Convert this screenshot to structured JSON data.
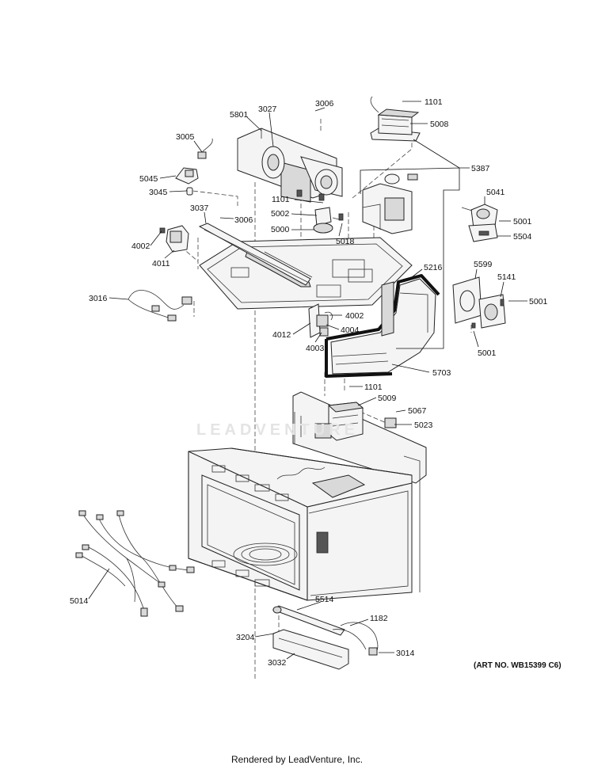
{
  "labels": [
    {
      "id": "1101a",
      "text": "1101"
    },
    {
      "id": "5008",
      "text": "5008"
    },
    {
      "id": "3006a",
      "text": "3006"
    },
    {
      "id": "5801",
      "text": "5801"
    },
    {
      "id": "3027",
      "text": "3027"
    },
    {
      "id": "3005",
      "text": "3005"
    },
    {
      "id": "5045",
      "text": "5045"
    },
    {
      "id": "3045",
      "text": "3045"
    },
    {
      "id": "5387",
      "text": "5387"
    },
    {
      "id": "1101b",
      "text": "1101"
    },
    {
      "id": "5002",
      "text": "5002"
    },
    {
      "id": "5000",
      "text": "5000"
    },
    {
      "id": "5018",
      "text": "5018"
    },
    {
      "id": "3037",
      "text": "3037"
    },
    {
      "id": "3006b",
      "text": "3006"
    },
    {
      "id": "5041",
      "text": "5041"
    },
    {
      "id": "5001a",
      "text": "5001"
    },
    {
      "id": "5504",
      "text": "5504"
    },
    {
      "id": "4002a",
      "text": "4002"
    },
    {
      "id": "4011",
      "text": "4011"
    },
    {
      "id": "5216",
      "text": "5216"
    },
    {
      "id": "5599",
      "text": "5599"
    },
    {
      "id": "5141",
      "text": "5141"
    },
    {
      "id": "3016",
      "text": "3016"
    },
    {
      "id": "5001b",
      "text": "5001"
    },
    {
      "id": "4002b",
      "text": "4002"
    },
    {
      "id": "4004",
      "text": "4004"
    },
    {
      "id": "4012",
      "text": "4012"
    },
    {
      "id": "4003",
      "text": "4003"
    },
    {
      "id": "5001c",
      "text": "5001"
    },
    {
      "id": "5703",
      "text": "5703"
    },
    {
      "id": "1101c",
      "text": "1101"
    },
    {
      "id": "5009",
      "text": "5009"
    },
    {
      "id": "5067",
      "text": "5067"
    },
    {
      "id": "5023",
      "text": "5023"
    },
    {
      "id": "5014",
      "text": "5014"
    },
    {
      "id": "5514",
      "text": "5514"
    },
    {
      "id": "1182",
      "text": "1182"
    },
    {
      "id": "3204",
      "text": "3204"
    },
    {
      "id": "3014",
      "text": "3014"
    },
    {
      "id": "3032",
      "text": "3032"
    }
  ],
  "art_number": "(ART NO. WB15399 C6)",
  "watermark": "LEADVENTURE",
  "footer": "Rendered by LeadVenture, Inc."
}
